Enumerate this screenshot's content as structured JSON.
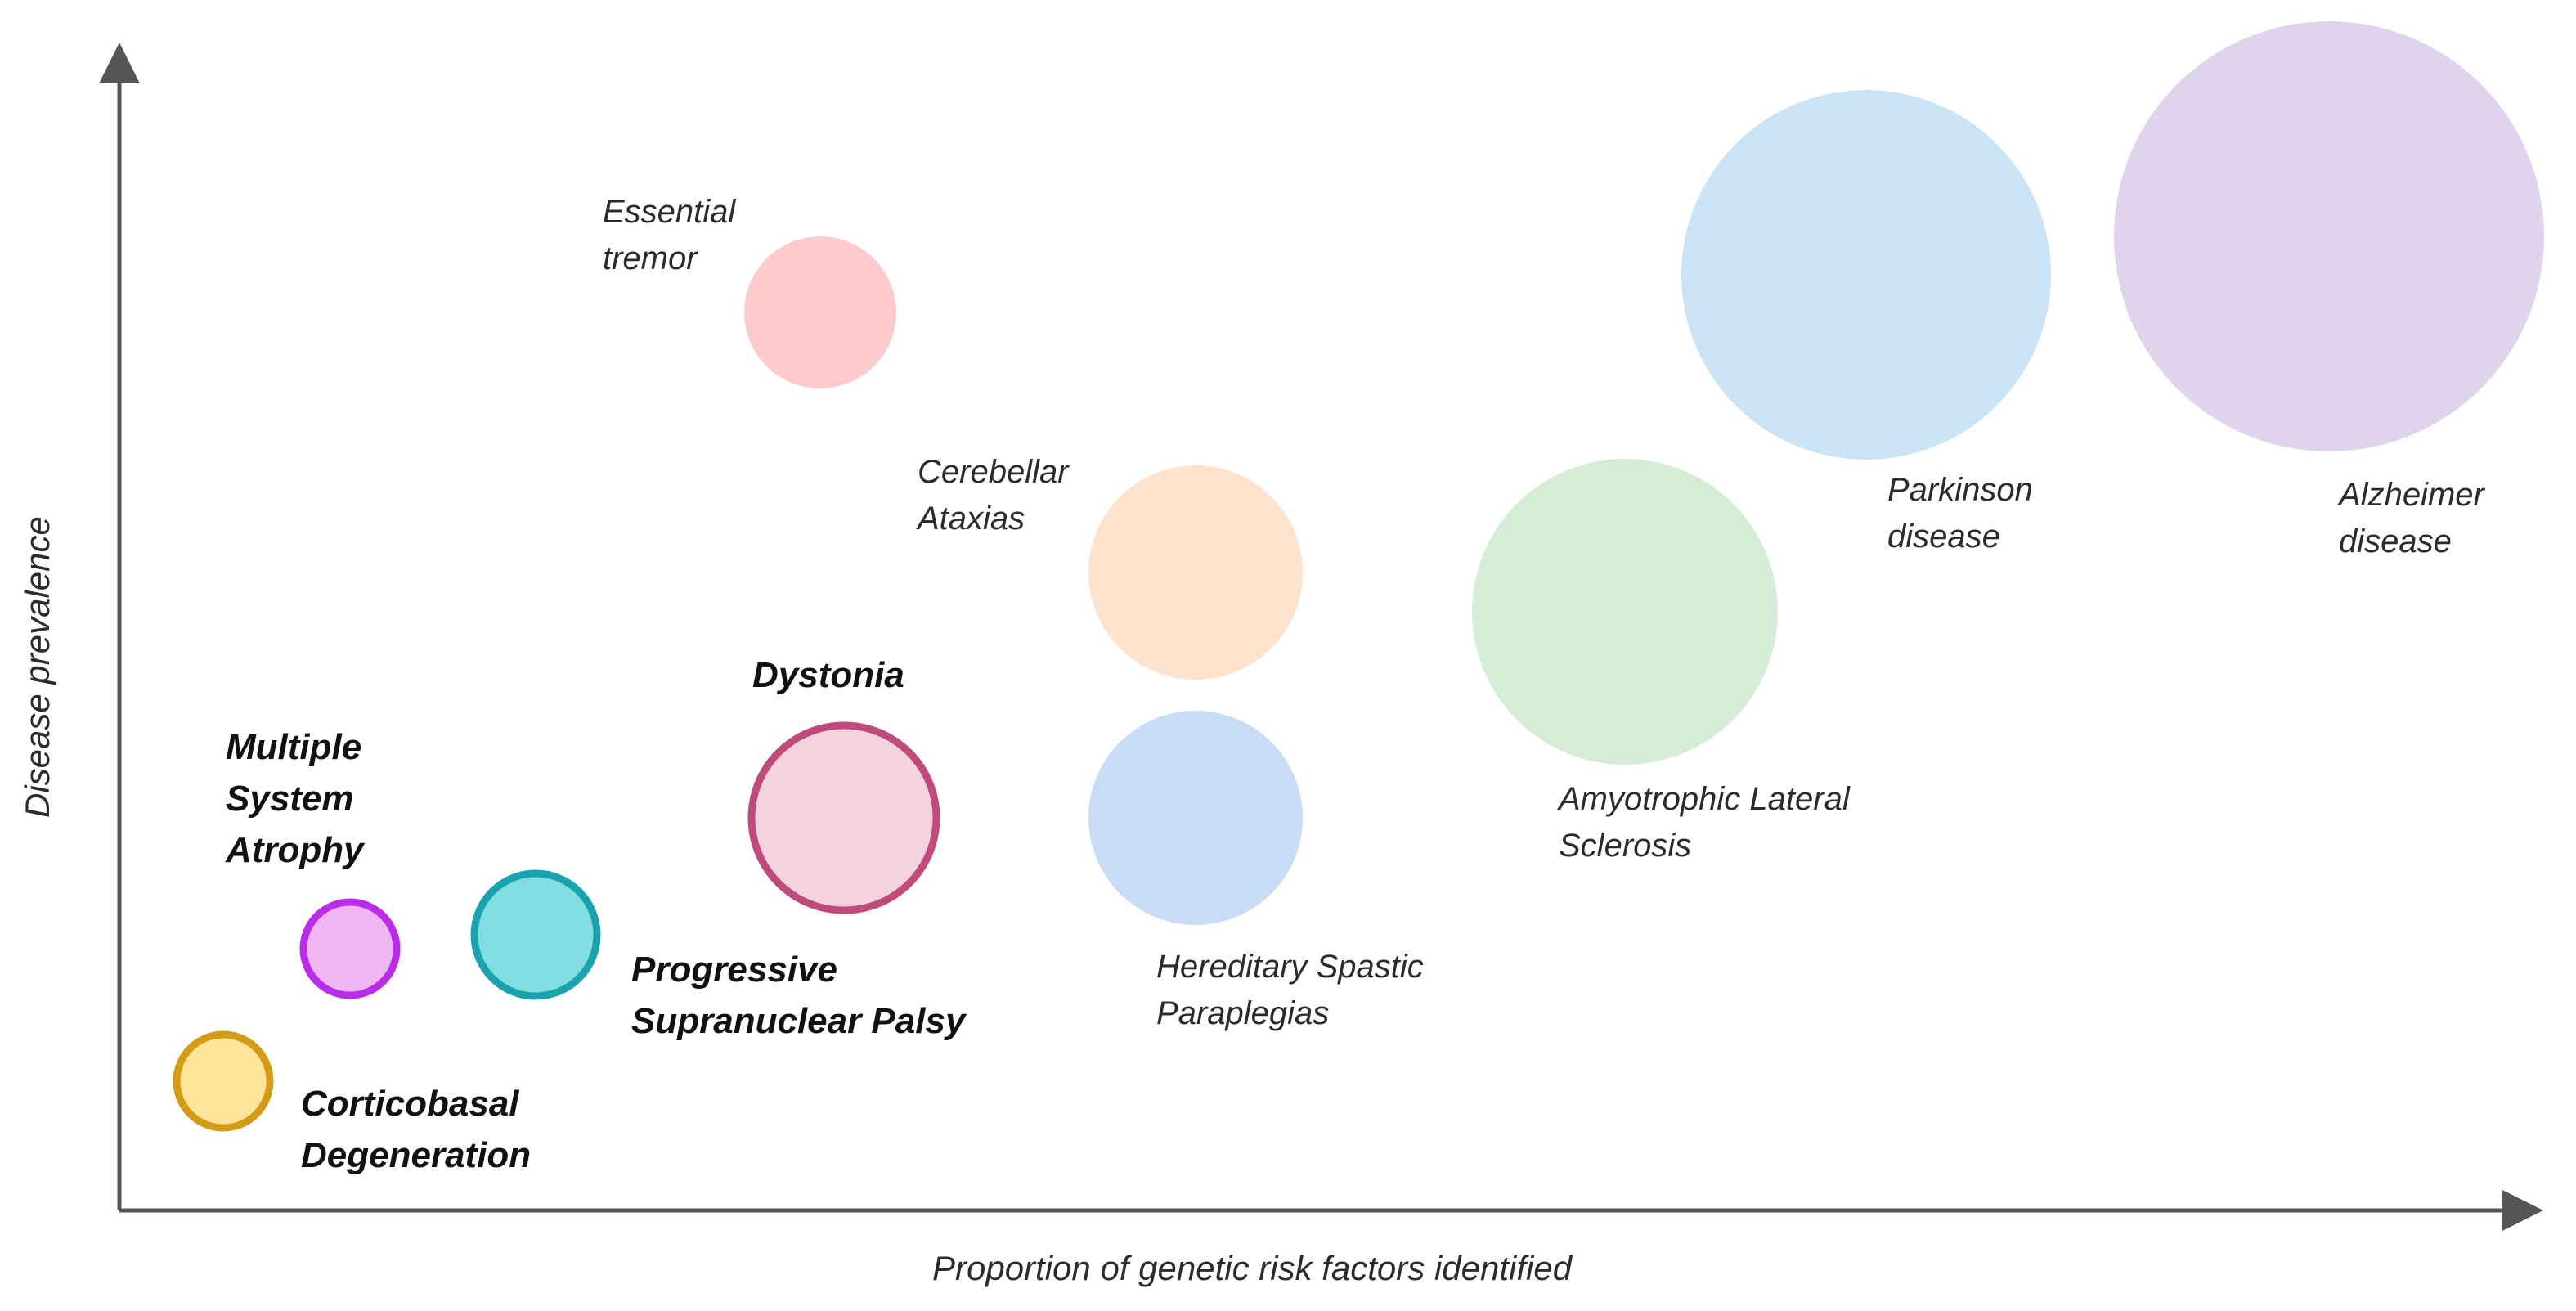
{
  "chart_data": {
    "type": "scatter",
    "xlabel": "Proportion of genetic risk factors identified",
    "ylabel": "Disease prevalence",
    "points": [
      {
        "name": "Corticobasal Degeneration",
        "lines": [
          "Corticobasal",
          "Degeneration"
        ],
        "emphasis": true,
        "fill": "#fde49a",
        "stroke": "#d39b16"
      },
      {
        "name": "Multiple System Atrophy",
        "lines": [
          "Multiple",
          "System",
          "Atrophy"
        ],
        "emphasis": true,
        "fill": "#f0b7f4",
        "stroke": "#b92ce8"
      },
      {
        "name": "Progressive Supranuclear Palsy",
        "lines": [
          "Progressive",
          "Supranuclear Palsy"
        ],
        "emphasis": true,
        "fill": "#80dde1",
        "stroke": "#1aa3ae"
      },
      {
        "name": "Dystonia",
        "lines": [
          "Dystonia"
        ],
        "emphasis": true,
        "fill": "#f4d3df",
        "stroke": "#bf4a7c"
      },
      {
        "name": "Essential tremor",
        "lines": [
          "Essential",
          "tremor"
        ],
        "emphasis": false,
        "fill": "#fdcbcb",
        "stroke": "none"
      },
      {
        "name": "Cerebellar Ataxias",
        "lines": [
          "Cerebellar",
          "Ataxias"
        ],
        "emphasis": false,
        "fill": "#fde3cd",
        "stroke": "none"
      },
      {
        "name": "Hereditary Spastic Paraplegias",
        "lines": [
          "Hereditary Spastic",
          "Paraplegias"
        ],
        "emphasis": false,
        "fill": "#c8dcf6",
        "stroke": "none"
      },
      {
        "name": "Amyotrophic Lateral Sclerosis",
        "lines": [
          "Amyotrophic Lateral",
          "Sclerosis"
        ],
        "emphasis": false,
        "fill": "#d5ecd6",
        "stroke": "none"
      },
      {
        "name": "Parkinson disease",
        "lines": [
          "Parkinson",
          "disease"
        ],
        "emphasis": false,
        "fill": "#cae4f5",
        "stroke": "none"
      },
      {
        "name": "Alzheimer disease",
        "lines": [
          "Alzheimer",
          "disease"
        ],
        "emphasis": false,
        "fill": "#e0d3ec",
        "stroke": "none"
      }
    ]
  }
}
